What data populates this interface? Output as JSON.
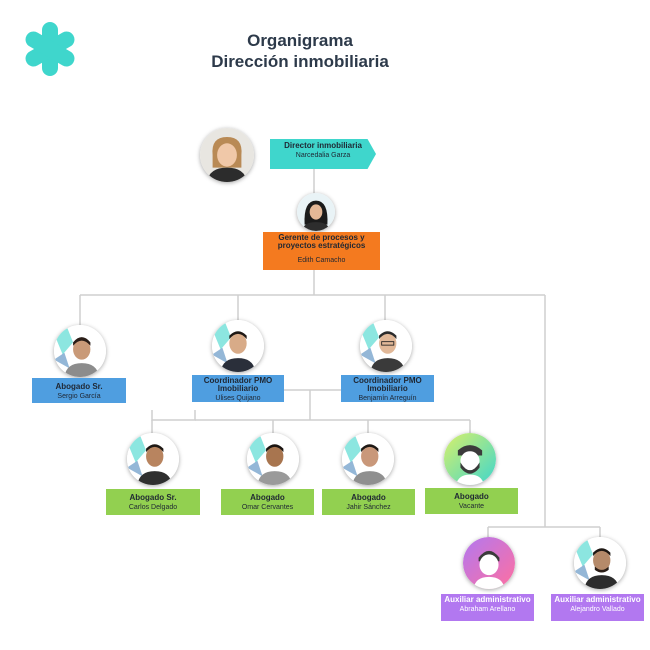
{
  "header": {
    "title_line1": "Organigrama",
    "title_line2": "Dirección inmobiliaria"
  },
  "logo": {
    "icon": "asterisk-icon",
    "color": "#3fd6cc"
  },
  "colors": {
    "teal": "#3fd6cc",
    "orange": "#f47a1f",
    "blue": "#4f9ee0",
    "green": "#92d050",
    "purple": "#b278f0",
    "connector": "#cfcfcf"
  },
  "nodes": {
    "director": {
      "role": "Director inmobiliaria",
      "name": "Narcedalia Garza"
    },
    "gerente": {
      "role": "Gerente de procesos y proyectos estratégicos",
      "name": "Edith Camacho"
    },
    "abogado_sr_1": {
      "role": "Abogado Sr.",
      "name": "Sergio García"
    },
    "coord_1": {
      "role": "Coordinador PMO Imobiliario",
      "name": "Ulises Quijano"
    },
    "coord_2": {
      "role": "Coordinador PMO Imobiliario",
      "name": "Benjamín Arreguín"
    },
    "abogado_sr_2": {
      "role": "Abogado Sr.",
      "name": "Carlos Delgado"
    },
    "abogado_1": {
      "role": "Abogado",
      "name": "Omar Cervantes"
    },
    "abogado_2": {
      "role": "Abogado",
      "name": "Jahir Sánchez"
    },
    "abogado_3": {
      "role": "Abogado",
      "name": "Vacante"
    },
    "auxiliar_1": {
      "role": "Auxiliar administrativo",
      "name": "Abraham Arellano"
    },
    "auxiliar_2": {
      "role": "Auxiliar administrativo",
      "name": "Alejandro Vallado"
    }
  }
}
